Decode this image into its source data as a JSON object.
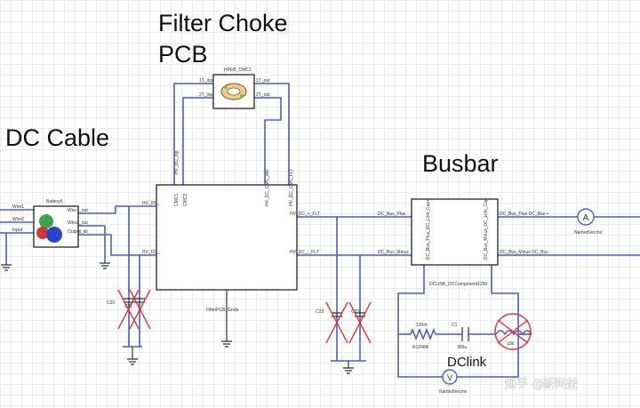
{
  "headings": {
    "filter_choke_line1": "Filter Choke",
    "filter_choke_line2": "PCB",
    "dc_cable": "DC Cable",
    "busbar": "Busbar",
    "dclink": "DClink"
  },
  "filter_choke": {
    "component": "HPEB_CMC1",
    "pins": [
      "1T_inp",
      "1T_out",
      "2T_inp",
      "2T_out"
    ],
    "module_ports": [
      "HV_DC_inp",
      "CMC1",
      "CMC2",
      "HV_DC_CMC_out",
      "HV_DC_CMC_FLT"
    ],
    "left_ports": [
      "HV_DC_",
      "HV_DC_"
    ],
    "right_ports": [
      "HV_DC_+_FLT",
      "HV_DC_-_FLT"
    ],
    "chassis_label": "FilterPCB_Gnda"
  },
  "battery": {
    "label": "Battery6",
    "pins_left": [
      "Wire1",
      "Wire2",
      "Input"
    ],
    "pins_right": [
      "Wire1_out",
      "Wire2_out",
      "Output_kit"
    ]
  },
  "caps_left": [
    "C20",
    "C21"
  ],
  "caps_mid": [
    "C22",
    "C23"
  ],
  "busbar_block": {
    "in_ports": [
      "DC_Bus_Plus",
      "DC_Bus_Minus"
    ],
    "out_ports": [
      "DC_Bus_Plus DC_Bus +",
      "DC_Bus_Minus DC_Bus -"
    ],
    "bottom_ports": [
      "DC_Bus_Plus_DC_Link_Cap+",
      "DC_Bus_Minus_DC_Link_Cap-"
    ],
    "inner_label": "DCLINK_DCComponent1290"
  },
  "ammeter": {
    "symbol": "A",
    "label": "NamedVecms"
  },
  "voltmeter": {
    "symbol": "V",
    "label": "NamedVecms"
  },
  "dclink_parts": {
    "resistor": "100m",
    "resistor_ref": "R1248A",
    "capacitor": "C1",
    "capacitor_val": "300u",
    "inductor": "10n"
  },
  "watermark": "知乎 @新科益"
}
